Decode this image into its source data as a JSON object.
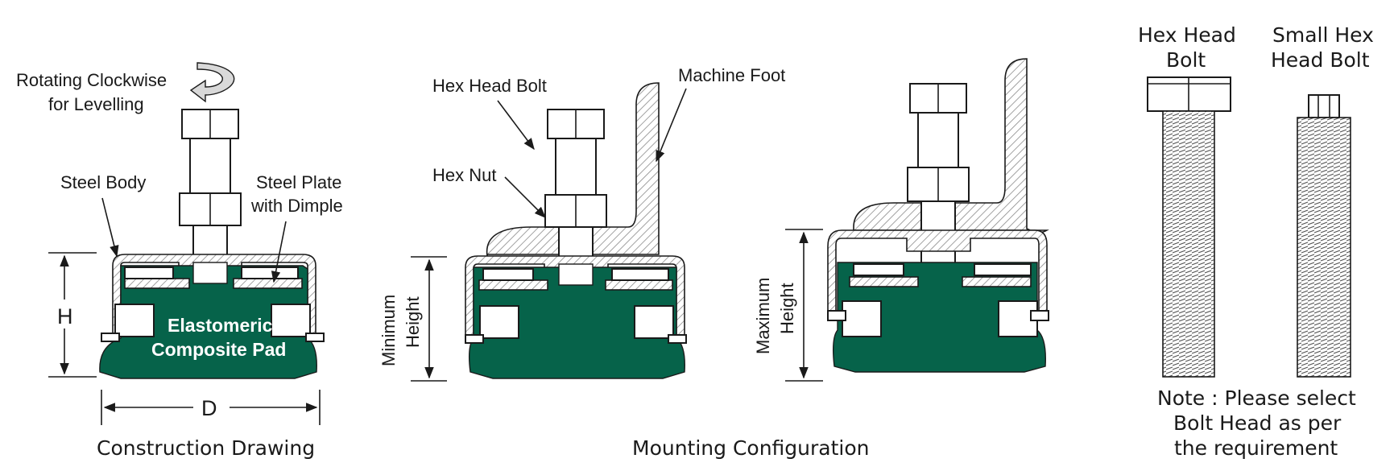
{
  "colors": {
    "pad": "#06634a",
    "line": "#1a1a1a",
    "hatch": "#9a9a9a"
  },
  "construction": {
    "rotate_label_1": "Rotating Clockwise",
    "rotate_label_2": "for Levelling",
    "steel_body": "Steel Body",
    "steel_plate_1": "Steel Plate",
    "steel_plate_2": "with Dimple",
    "pad_line_1": "Elastomeric",
    "pad_line_2": "Composite Pad",
    "dim_h": "H",
    "dim_d": "D",
    "caption": "Construction Drawing"
  },
  "mounting": {
    "hex_head_bolt": "Hex Head Bolt",
    "machine_foot": "Machine Foot",
    "hex_nut": "Hex Nut",
    "min_height_1": "Minimum",
    "min_height_2": "Height",
    "max_height_1": "Maximum",
    "max_height_2": "Height",
    "caption": "Mounting Configuration"
  },
  "bolts": {
    "hex_head_1": "Hex Head",
    "hex_head_2": "Bolt",
    "small_hex_1": "Small Hex",
    "small_hex_2": "Head Bolt",
    "note_1": "Note : Please select",
    "note_2": "Bolt Head as per",
    "note_3": "the requirement"
  },
  "icons": [
    "rotate-arrow-icon"
  ]
}
